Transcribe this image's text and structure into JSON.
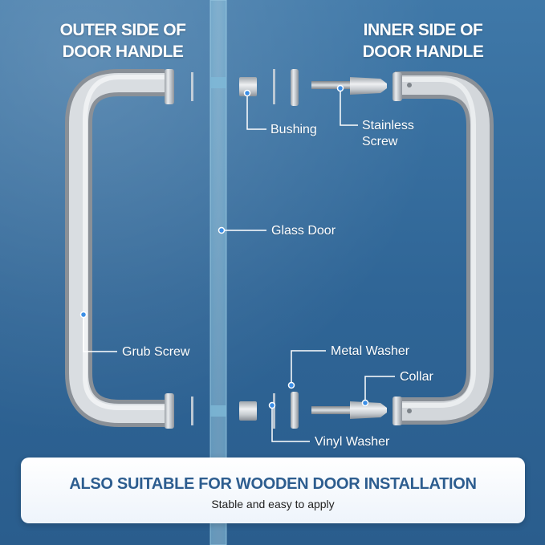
{
  "headings": {
    "outer": [
      "OUTER SIDE OF",
      "DOOR HANDLE"
    ],
    "inner": [
      "INNER SIDE OF",
      "DOOR HANDLE"
    ]
  },
  "parts": {
    "bushing": "Bushing",
    "stainless_screw": [
      "Stainless",
      "Screw"
    ],
    "glass_door": "Glass Door",
    "grub_screw": "Grub Screw",
    "metal_washer": "Metal Washer",
    "collar": "Collar",
    "vinyl_washer": "Vinyl Washer"
  },
  "banner": {
    "title": "ALSO SUITABLE FOR WOODEN DOOR INSTALLATION",
    "subtitle": "Stable and easy to apply"
  },
  "colors": {
    "background": "#2f6596",
    "banner_title": "#2d5d8f",
    "callout_dot": "#3b8ee6"
  }
}
